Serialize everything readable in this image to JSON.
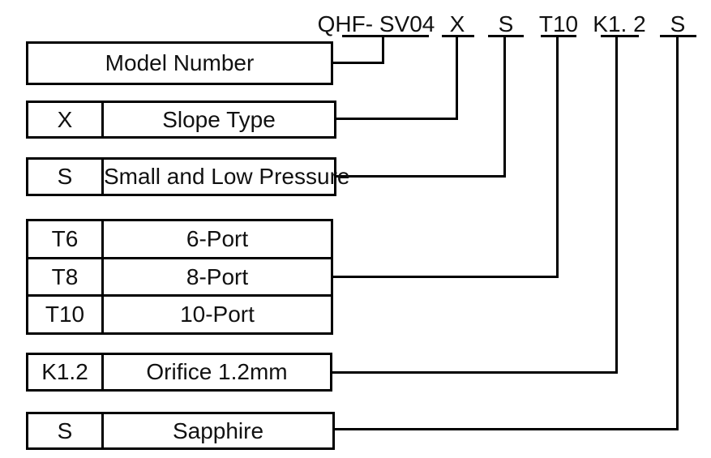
{
  "top_code": {
    "model": "QHF- SV04",
    "slope_type": "X",
    "pressure": "S",
    "port": "T10",
    "orifice": "K1. 2",
    "material": "S"
  },
  "legend": {
    "model": {
      "label": "Model Number"
    },
    "slope_type": {
      "code": "X",
      "label": "Slope Type"
    },
    "pressure": {
      "code": "S",
      "label": "Small and Low Pressure"
    },
    "ports": [
      {
        "code": "T6",
        "label": "6-Port"
      },
      {
        "code": "T8",
        "label": "8-Port"
      },
      {
        "code": "T10",
        "label": "10-Port"
      }
    ],
    "orifice": {
      "code": "K1.2",
      "label": "Orifice 1.2mm"
    },
    "material": {
      "code": "S",
      "label": "Sapphire"
    }
  },
  "colors": {
    "line": "#000000",
    "background": "#ffffff",
    "text": "#111111"
  }
}
